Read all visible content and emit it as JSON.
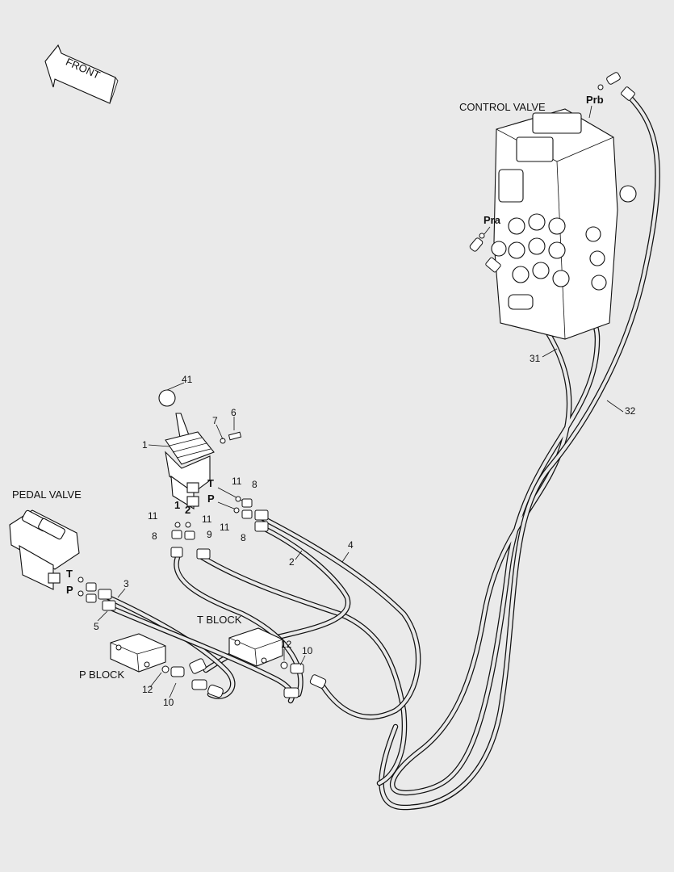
{
  "orientation": {
    "front_label": "FRONT"
  },
  "components": {
    "control_valve": "CONTROL VALVE",
    "pedal_valve": "PEDAL VALVE",
    "t_block": "T BLOCK",
    "p_block": "P BLOCK"
  },
  "ports": {
    "prb": "Prb",
    "pra": "Pra",
    "joystick_t": "T",
    "joystick_p": "P",
    "joystick_1": "1",
    "joystick_2": "2",
    "pedal_t": "T",
    "pedal_p": "P"
  },
  "callouts": {
    "c41": "41",
    "c7": "7",
    "c6": "6",
    "c1": "1",
    "c11a": "11",
    "c8a": "8",
    "c11b": "11",
    "c11c": "11",
    "c11d": "11",
    "c8b": "8",
    "c8c": "8",
    "c9": "9",
    "c2": "2",
    "c4": "4",
    "c3": "3",
    "c5": "5",
    "c12a": "12",
    "c10a": "10",
    "c12b": "12",
    "c10b": "10",
    "c31": "31",
    "c32": "32"
  },
  "colors": {
    "line": "#111111",
    "background": "#eaeaea",
    "part_fill": "#ffffff"
  }
}
